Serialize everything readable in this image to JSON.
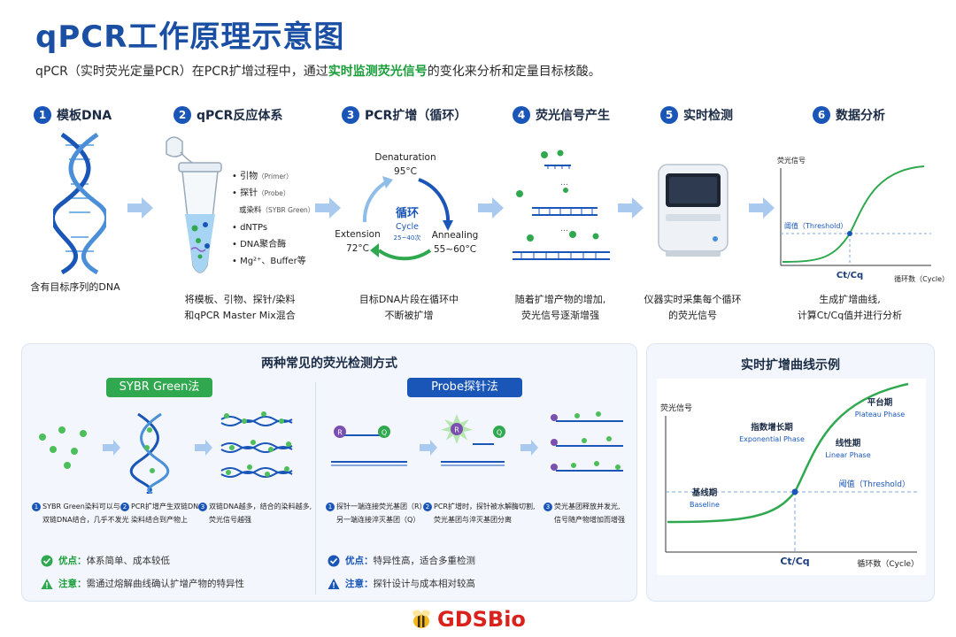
{
  "header": {
    "title": "qPCR工作原理示意图",
    "subtitle_pre": "qPCR（实时荧光定量PCR）在PCR扩增过程中，通过",
    "subtitle_hl": "实时监测荧光信号",
    "subtitle_post": "的变化来分析和定量目标核酸。"
  },
  "steps": [
    {
      "num": "1",
      "title": "模板DNA",
      "caption": [
        "含有目标序列的DNA"
      ]
    },
    {
      "num": "2",
      "title": "qPCR反应体系",
      "caption": [
        "将模板、引物、探针/染料",
        "和qPCR Master Mix混合"
      ]
    },
    {
      "num": "3",
      "title": "PCR扩增（循环）",
      "caption": [
        "目标DNA片段在循环中",
        "不断被扩增"
      ]
    },
    {
      "num": "4",
      "title": "荧光信号产生",
      "caption": [
        "随着扩增产物的增加,",
        "荧光信号逐渐增强"
      ]
    },
    {
      "num": "5",
      "title": "实时检测",
      "caption": [
        "仪器实时采集每个循环",
        "的荧光信号"
      ]
    },
    {
      "num": "6",
      "title": "数据分析",
      "caption": [
        "生成扩增曲线,",
        "计算Ct/Cq值并进行分析"
      ]
    }
  ],
  "reagents": {
    "r1": "引物",
    "r1s": "（Primer）",
    "r2": "探针",
    "r2s": "（Probe）",
    "r3": "或染料",
    "r3s": "（SYBR Green）",
    "r4": "dNTPs",
    "r5": "DNA聚合酶",
    "r6": "Mg²⁺、Buffer等"
  },
  "cycle": {
    "center": "循环",
    "center_en": "Cycle",
    "center_count": "25~40次",
    "denat": "Denaturation",
    "denat_t": "95°C",
    "anneal": "Annealing",
    "anneal_t": "55~60°C",
    "ext": "Extension",
    "ext_t": "72°C",
    "dots": "…"
  },
  "mini_chart": {
    "ylabel": "荧光信号",
    "xlabel": "循环数（Cycle）",
    "threshold": "阈值（Threshold）",
    "ct": "Ct/Cq"
  },
  "methods": {
    "title": "两种常见的荧光检测方式",
    "sybr": {
      "label": "SYBR Green法",
      "s1": [
        "SYBR Green染料可以与",
        "双链DNA结合，几乎不发光"
      ],
      "s2": [
        "PCR扩增产生双链DNA,",
        "染料结合到产物上"
      ],
      "s3": [
        "双链DNA越多，结合的染料越多,",
        "荧光信号越强"
      ],
      "pro_label": "优点：",
      "pro": "体系简单、成本较低",
      "con_label": "注意：",
      "con": "需通过熔解曲线确认扩增产物的特异性"
    },
    "probe": {
      "label": "Probe探针法",
      "s1": [
        "探针一端连接荧光基团（R）,",
        "另一端连接淬灭基团（Q）"
      ],
      "s2": [
        "PCR扩增时，探针被水解酶切割,",
        "荧光基团与淬灭基团分离"
      ],
      "s3": [
        "荧光基团释放并发光,",
        "信号随产物增加而增强"
      ],
      "pro_label": "优点：",
      "pro": "特异性高，适合多重检测",
      "con_label": "注意：",
      "con": "探针设计与成本相对较高",
      "r": "R",
      "q": "Q"
    }
  },
  "curve_panel": {
    "title": "实时扩增曲线示例",
    "ylabel": "荧光信号",
    "xlabel": "循环数（Cycle）",
    "baseline": "基线期",
    "baseline_en": "Baseline",
    "exp": "指数增长期",
    "exp_en": "Exponential Phase",
    "linear": "线性期",
    "linear_en": "Linear Phase",
    "plateau": "平台期",
    "plateau_en": "Plateau Phase",
    "threshold": "阈值（Threshold）",
    "ct": "Ct/Cq"
  },
  "logo": {
    "text": "GDSBio"
  },
  "colors": {
    "blue": "#1a56b8",
    "green": "#2fa84f",
    "title": "#1a4fa3",
    "arrow": "#a9c9ee"
  }
}
